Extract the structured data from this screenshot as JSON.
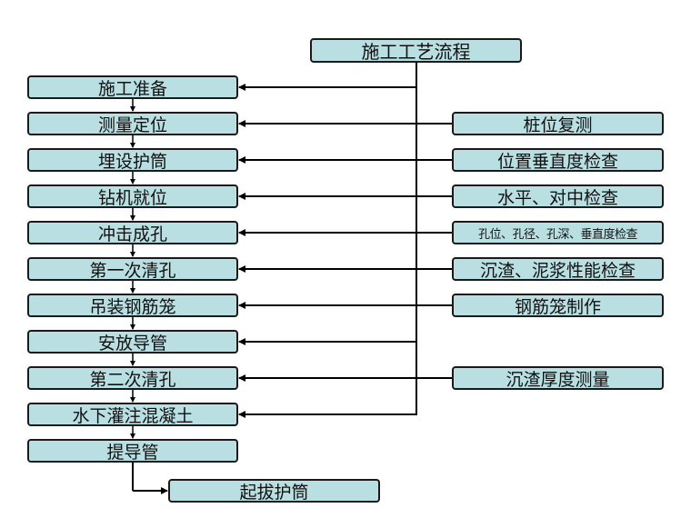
{
  "title": "施工工艺流程",
  "steps": [
    "施工准备",
    "测量定位",
    "埋设护筒",
    "钻机就位",
    "冲击成孔",
    "第一次清孔",
    "吊装钢筋笼",
    "安放导管",
    "第二次清孔",
    "水下灌注混凝土",
    "提导管"
  ],
  "checks": [
    {
      "step": 1,
      "label": "桩位复测"
    },
    {
      "step": 2,
      "label": "位置垂直度检查"
    },
    {
      "step": 3,
      "label": "水平、对中检查"
    },
    {
      "step": 4,
      "label": "孔位、孔径、孔深、垂直度检查"
    },
    {
      "step": 5,
      "label": "沉渣、泥浆性能检查"
    },
    {
      "step": 6,
      "label": "钢筋笼制作"
    },
    {
      "step": 8,
      "label": "沉渣厚度测量"
    }
  ],
  "final_step": "起拔护筒",
  "colors": {
    "box_fill": "#b9dfe3",
    "line": "#000000"
  }
}
